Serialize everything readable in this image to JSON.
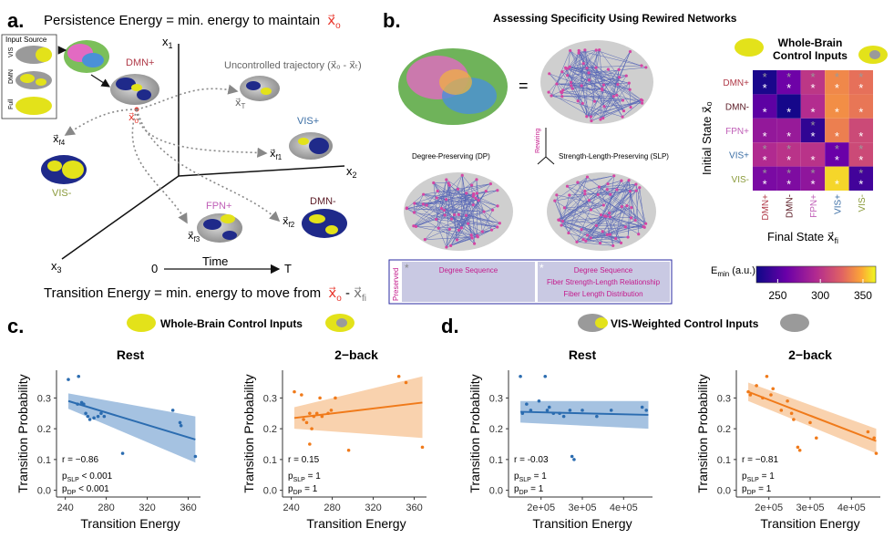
{
  "panel_a": {
    "letter": "a.",
    "persistence_text": "Persistence Energy = min. energy to maintain",
    "persistence_sym": "x⃗",
    "persistence_sub": "o",
    "transition_text": "Transition Energy = min. energy to move from",
    "transition_x0": "x⃗",
    "transition_x0_sub": "o",
    "transition_dash": " - ",
    "transition_xf": "x⃗",
    "transition_xf_sub": "fi",
    "input_source_title": "Input Source",
    "input_sources": [
      "VIS",
      "DMN",
      "Full"
    ],
    "axis_x1": "x",
    "axis_x1_sub": "1",
    "axis_x2": "x",
    "axis_x2_sub": "2",
    "axis_x3": "x",
    "axis_x3_sub": "3",
    "time_start": "0",
    "time_label": "Time",
    "time_end": "T",
    "state_labels": {
      "dmn_plus": "DMN+",
      "vis_plus": "VIS+",
      "vis_minus": "VIS-",
      "fpn_plus": "FPN+",
      "dmn_minus": "DMN-"
    },
    "uncontrolled": "Uncontrolled trajectory (x⃗ₒ - x⃗ₜ)",
    "xo": "x⃗",
    "xo_sub": "o",
    "xT": "x⃗",
    "xT_sub": "T",
    "xf1": "x⃗",
    "xf1_sub": "f1",
    "xf2": "x⃗",
    "xf2_sub": "f2",
    "xf3": "x⃗",
    "xf3_sub": "f3",
    "xf4": "x⃗",
    "xf4_sub": "f4"
  },
  "panel_b": {
    "letter": "b.",
    "title": "Assessing Specificity Using Rewired Networks",
    "equals": "=",
    "rewiring": "Rewiring",
    "dp_label": "Degree-Preserving (DP)",
    "slp_label": "Strength-Length-Preserving (SLP)",
    "preserved": "Preserved",
    "dp_preserved": [
      "Degree Sequence"
    ],
    "slp_preserved": [
      "Degree Sequence",
      "Fiber Strength-Length Relationship",
      "Fiber Length Distribution"
    ],
    "star": "*",
    "heatmap_title_1": "Whole-Brain",
    "heatmap_title_2": "Control Inputs",
    "ylabel": "Initial State x⃗ₒ",
    "xlabel": "Final State x⃗",
    "xlabel_sub": "fi",
    "legend_label": "E",
    "legend_label_sub": "min",
    "legend_unit": " (a.u.)",
    "colorbar_ticks": [
      "250",
      "300",
      "350"
    ]
  },
  "panel_c": {
    "letter": "c.",
    "title": "Whole-Brain Control Inputs"
  },
  "panel_d": {
    "letter": "d.",
    "title": "VIS-Weighted Control Inputs"
  },
  "colors": {
    "dmn_plus": "#b03a48",
    "dmn_minus": "#5a1a24",
    "fpn_plus": "#c05fb7",
    "vis_plus": "#3b6ea5",
    "vis_minus": "#8a9a3a",
    "red": "#e8352b",
    "blue_fit": "#1f5fa8",
    "blue_band": "#8fb3d9",
    "orange_fit": "#f07a1a",
    "orange_band": "#f8c79a",
    "magenta": "#d6249a",
    "network_blue": "#3a4db0",
    "rewire_magenta": "#c41a8c"
  },
  "chart_data": [
    {
      "type": "heatmap",
      "title": "Whole-Brain Control Inputs",
      "xlabel": "Final State x⃗fi",
      "ylabel": "Initial State x⃗o",
      "rows": [
        "DMN+",
        "DMN-",
        "FPN+",
        "VIS+",
        "VIS-"
      ],
      "cols": [
        "DMN+",
        "DMN-",
        "FPN+",
        "VIS+",
        "VIS-"
      ],
      "values": [
        [
          230,
          262,
          302,
          338,
          330
        ],
        [
          255,
          228,
          296,
          340,
          332
        ],
        [
          280,
          282,
          238,
          335,
          312
        ],
        [
          295,
          300,
          300,
          260,
          312
        ],
        [
          268,
          270,
          278,
          358,
          245
        ]
      ],
      "stars_top_grey": [
        [
          1,
          1,
          1,
          1,
          1
        ],
        [
          0,
          0,
          0,
          0,
          0
        ],
        [
          0,
          0,
          1,
          0,
          0
        ],
        [
          1,
          1,
          0,
          1,
          1
        ],
        [
          1,
          1,
          1,
          0,
          1
        ]
      ],
      "stars_bottom_white": [
        [
          1,
          1,
          1,
          1,
          1
        ],
        [
          1,
          1,
          1,
          1,
          1
        ],
        [
          1,
          1,
          1,
          1,
          1
        ],
        [
          1,
          1,
          1,
          1,
          1
        ],
        [
          1,
          1,
          1,
          1,
          1
        ]
      ],
      "colorbar": {
        "label": "Emin (a.u.)",
        "range": [
          225,
          365
        ],
        "ticks": [
          250,
          300,
          350
        ]
      }
    },
    {
      "type": "scatter",
      "title": "Rest",
      "xlabel": "Transition Energy",
      "ylabel": "Transition Probability",
      "xlim": [
        235,
        372
      ],
      "ylim": [
        -0.01,
        0.39
      ],
      "xticks": [
        240,
        280,
        320,
        360
      ],
      "yticks": [
        0.0,
        0.1,
        0.2,
        0.3
      ],
      "xtick_labels": [
        "240",
        "280",
        "320",
        "360"
      ],
      "ytick_labels": [
        "0.0",
        "0.1",
        "0.2",
        "0.3"
      ],
      "points": [
        [
          243,
          0.36
        ],
        [
          253,
          0.37
        ],
        [
          252,
          0.28
        ],
        [
          256,
          0.285
        ],
        [
          258,
          0.28
        ],
        [
          260,
          0.25
        ],
        [
          262,
          0.24
        ],
        [
          264,
          0.23
        ],
        [
          268,
          0.235
        ],
        [
          272,
          0.24
        ],
        [
          275,
          0.25
        ],
        [
          278,
          0.24
        ],
        [
          296,
          0.12
        ],
        [
          345,
          0.26
        ],
        [
          352,
          0.22
        ],
        [
          353,
          0.21
        ],
        [
          367,
          0.11
        ]
      ],
      "fit": {
        "x": [
          243,
          367
        ],
        "y": [
          0.29,
          0.165
        ],
        "band_low": [
          0.265,
          0.09
        ],
        "band_high": [
          0.315,
          0.24
        ]
      },
      "stats": [
        "r = −0.86",
        "p",
        "SLP",
        " < 0.001",
        "p",
        "DP",
        " < 0.001"
      ],
      "color": "#2b6cb0",
      "band": "#8fb3d9"
    },
    {
      "type": "scatter",
      "title": "2−back",
      "xlabel": "Transition Energy",
      "ylabel": "Transition Probability",
      "xlim": [
        235,
        372
      ],
      "ylim": [
        -0.01,
        0.39
      ],
      "xticks": [
        240,
        280,
        320,
        360
      ],
      "yticks": [
        0.0,
        0.1,
        0.2,
        0.3
      ],
      "xtick_labels": [
        "240",
        "280",
        "320",
        "360"
      ],
      "ytick_labels": [
        "0.0",
        "0.1",
        "0.2",
        "0.3"
      ],
      "points": [
        [
          243,
          0.32
        ],
        [
          250,
          0.31
        ],
        [
          252,
          0.23
        ],
        [
          255,
          0.22
        ],
        [
          258,
          0.25
        ],
        [
          260,
          0.2
        ],
        [
          262,
          0.24
        ],
        [
          265,
          0.25
        ],
        [
          268,
          0.3
        ],
        [
          270,
          0.24
        ],
        [
          276,
          0.25
        ],
        [
          279,
          0.26
        ],
        [
          283,
          0.3
        ],
        [
          296,
          0.13
        ],
        [
          345,
          0.37
        ],
        [
          352,
          0.35
        ],
        [
          368,
          0.14
        ],
        [
          258,
          0.15
        ]
      ],
      "fit": {
        "x": [
          243,
          368
        ],
        "y": [
          0.235,
          0.285
        ],
        "band_low": [
          0.2,
          0.17
        ],
        "band_high": [
          0.27,
          0.37
        ]
      },
      "stats": [
        "r = 0.15",
        "p",
        "SLP",
        " = 1",
        "p",
        "DP",
        " = 1"
      ],
      "color": "#f07a1a",
      "band": "#f8c79a"
    },
    {
      "type": "scatter",
      "title": "Rest",
      "xlabel": "Transition Energy",
      "ylabel": "Transition Probability",
      "xlim": [
        130000,
        470000
      ],
      "ylim": [
        -0.01,
        0.39
      ],
      "xticks": [
        200000,
        300000,
        400000
      ],
      "yticks": [
        0.0,
        0.1,
        0.2,
        0.3
      ],
      "xtick_labels": [
        "2e+05",
        "3e+05",
        "4e+05"
      ],
      "ytick_labels": [
        "0.0",
        "0.1",
        "0.2",
        "0.3"
      ],
      "points": [
        [
          150000,
          0.37
        ],
        [
          155000,
          0.25
        ],
        [
          165000,
          0.28
        ],
        [
          175000,
          0.26
        ],
        [
          195000,
          0.29
        ],
        [
          210000,
          0.37
        ],
        [
          215000,
          0.26
        ],
        [
          220000,
          0.27
        ],
        [
          230000,
          0.25
        ],
        [
          245000,
          0.25
        ],
        [
          255000,
          0.24
        ],
        [
          270000,
          0.26
        ],
        [
          275000,
          0.11
        ],
        [
          280000,
          0.1
        ],
        [
          300000,
          0.26
        ],
        [
          335000,
          0.24
        ],
        [
          370000,
          0.26
        ],
        [
          445000,
          0.27
        ],
        [
          455000,
          0.26
        ]
      ],
      "fit": {
        "x": [
          150000,
          460000
        ],
        "y": [
          0.255,
          0.245
        ],
        "band_low": [
          0.22,
          0.2
        ],
        "band_high": [
          0.29,
          0.29
        ]
      },
      "stats": [
        "r = -0.03",
        "p",
        "SLP",
        " = 1",
        "p",
        "DP",
        " = 1"
      ],
      "color": "#2b6cb0",
      "band": "#8fb3d9"
    },
    {
      "type": "scatter",
      "title": "2−back",
      "xlabel": "Transition Energy",
      "ylabel": "Transition Probability",
      "xlim": [
        130000,
        470000
      ],
      "ylim": [
        -0.01,
        0.39
      ],
      "xticks": [
        200000,
        300000,
        400000
      ],
      "yticks": [
        0.0,
        0.1,
        0.2,
        0.3
      ],
      "xtick_labels": [
        "2e+05",
        "3e+05",
        "4e+05"
      ],
      "ytick_labels": [
        "0.0",
        "0.1",
        "0.2",
        "0.3"
      ],
      "points": [
        [
          150000,
          0.32
        ],
        [
          155000,
          0.31
        ],
        [
          170000,
          0.34
        ],
        [
          185000,
          0.3
        ],
        [
          195000,
          0.37
        ],
        [
          205000,
          0.31
        ],
        [
          210000,
          0.33
        ],
        [
          230000,
          0.26
        ],
        [
          245000,
          0.29
        ],
        [
          255000,
          0.25
        ],
        [
          260000,
          0.23
        ],
        [
          270000,
          0.14
        ],
        [
          275000,
          0.13
        ],
        [
          300000,
          0.22
        ],
        [
          315000,
          0.17
        ],
        [
          440000,
          0.19
        ],
        [
          455000,
          0.17
        ],
        [
          460000,
          0.12
        ]
      ],
      "fit": {
        "x": [
          150000,
          460000
        ],
        "y": [
          0.32,
          0.16
        ],
        "band_low": [
          0.29,
          0.12
        ],
        "band_high": [
          0.35,
          0.2
        ]
      },
      "stats": [
        "r = −0.81",
        "p",
        "SLP",
        " = 1",
        "p",
        "DP",
        " = 1"
      ],
      "color": "#f07a1a",
      "band": "#f8c79a"
    }
  ]
}
